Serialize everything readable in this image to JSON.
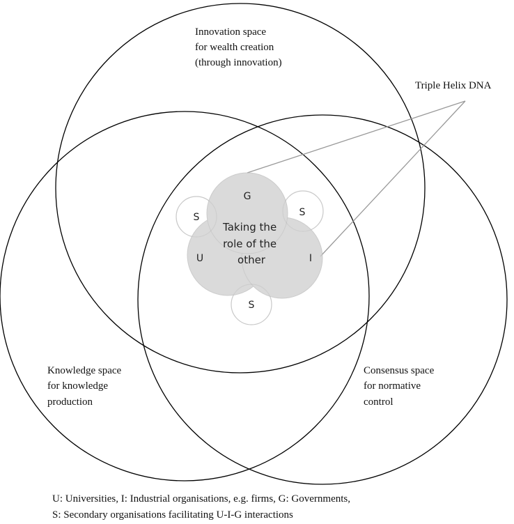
{
  "spaces": {
    "innovation": {
      "lines": [
        "Innovation space",
        "for wealth creation",
        "(through innovation)"
      ]
    },
    "knowledge": {
      "lines": [
        "Knowledge space",
        "for knowledge",
        "production"
      ]
    },
    "consensus": {
      "lines": [
        "Consensus space",
        "for normative",
        "control"
      ]
    }
  },
  "callout": {
    "label": "Triple Helix DNA"
  },
  "nodes": {
    "government": {
      "label": "G"
    },
    "university": {
      "label": "U"
    },
    "industry": {
      "label": "I"
    },
    "secondary_left": {
      "label": "S"
    },
    "secondary_right": {
      "label": "S"
    },
    "secondary_bottom": {
      "label": "S"
    }
  },
  "center": {
    "lines": [
      "Taking the",
      "role of the",
      "other"
    ]
  },
  "legend": {
    "lines": [
      "U: Universities, I: Industrial organisations, e.g. firms, G: Governments,",
      "S: Secondary organisations facilitating U-I-G interactions"
    ]
  },
  "colors": {
    "space_stroke": "#000000",
    "helix_fill": "#d6d6d6",
    "secondary_stroke": "#c8c8c8",
    "callout_line": "#999999"
  }
}
